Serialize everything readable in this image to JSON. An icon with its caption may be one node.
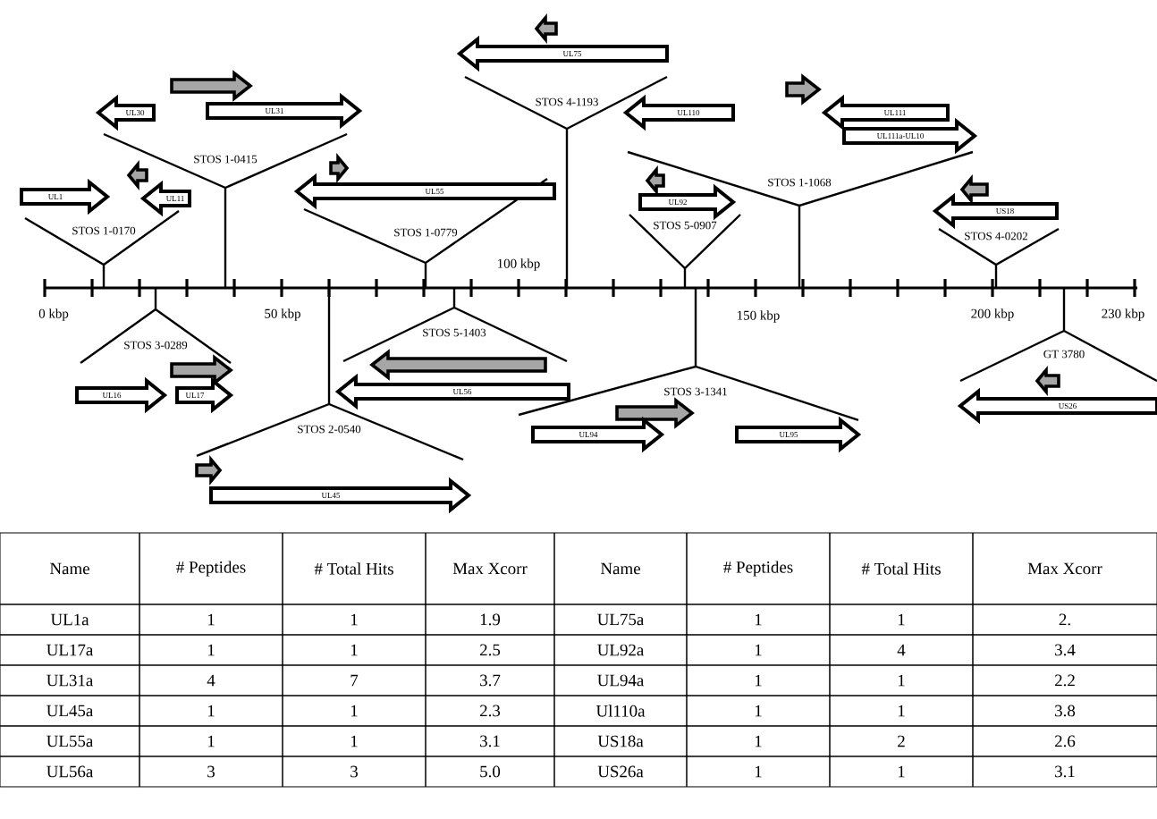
{
  "diagram": {
    "nodes": [
      {
        "text": [
          "UL1"
        ]
      },
      {
        "text": [
          "UL11"
        ]
      },
      {
        "text": [],
        "shape": "arrow"
      },
      {
        "text": [
          "UL30"
        ]
      },
      {
        "text": [],
        "shape": "arrow"
      },
      {
        "text": [
          "UL31"
        ]
      },
      {
        "text": [],
        "shape": "arrow"
      },
      {
        "text": [
          "UL55"
        ]
      },
      {
        "text": [],
        "shape": "arrow"
      },
      {
        "text": [
          "UL75"
        ]
      },
      {
        "text": [],
        "shape": "arrow"
      },
      {
        "text": [
          "UL110"
        ]
      },
      {
        "text": [
          "UL111"
        ]
      },
      {
        "text": [
          "UL111a-UL10"
        ]
      },
      {
        "text": [],
        "shape": "arrow"
      },
      {
        "text": [
          "UL92"
        ]
      },
      {
        "text": [],
        "shape": "arrow"
      },
      {
        "text": [
          "US18"
        ]
      },
      {
        "text": [],
        "shape": "arrow"
      },
      {
        "text": [
          "UL16"
        ]
      },
      {
        "text": [
          "UL17"
        ]
      },
      {
        "text": [],
        "shape": "arrow"
      },
      {
        "text": [
          "UL56"
        ]
      },
      {
        "text": [],
        "shape": "arrow"
      },
      {
        "text": [
          "UL45"
        ]
      },
      {
        "text": [],
        "shape": "arrow"
      },
      {
        "text": [
          "UL94"
        ]
      },
      {
        "text": [
          "UL95"
        ]
      },
      {
        "text": [],
        "shape": "arrow"
      },
      {
        "text": [
          "US26"
        ]
      }
    ],
    "labels": [
      "STOS 4-1193",
      "STOS 1-0415",
      "STOS 1-1068",
      "STOS 5-0907",
      "STOS 1-0170",
      "STOS 1-0779",
      "STOS 4-0202",
      "100 kbp",
      "0 kbp",
      "50 kbp",
      "150 kbp",
      "200 kbp",
      "230 kbp",
      "STOS 5-1403",
      "STOS 3-0289",
      "GT 3780",
      "STOS 3-1341",
      "STOS 2-0540",
      "Name",
      "# Peptides",
      "# Total Hits",
      "Max Xcorr",
      "Name",
      "# Peptides",
      "# Total Hits",
      "Max Xcorr",
      "UL1a",
      "1",
      "1",
      "1.9",
      "UL75a",
      "1",
      "1",
      "2.",
      "UL17a",
      "1",
      "1",
      "2.5",
      "UL92a",
      "1",
      "4",
      "3.4",
      "UL31a",
      "4",
      "7",
      "3.7",
      "UL94a",
      "1",
      "1",
      "2.2",
      "UL45a",
      "1",
      "1",
      "2.3",
      "Ul110a",
      "1",
      "1",
      "3.8",
      "UL55a",
      "1",
      "1",
      "3.1",
      "US18a",
      "1",
      "2",
      "2.6",
      "UL56a",
      "3",
      "3",
      "5.0",
      "US26a",
      "1",
      "1",
      "3.1"
    ]
  }
}
